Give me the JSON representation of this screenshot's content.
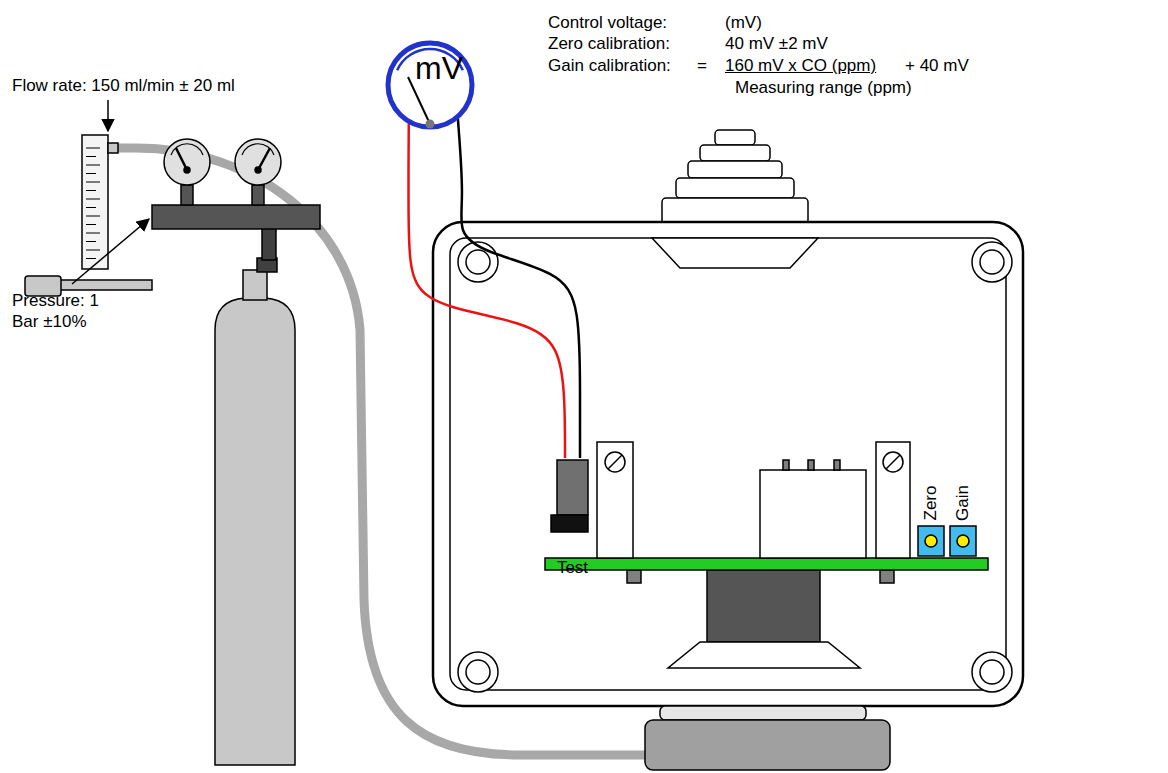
{
  "diagram": {
    "nodes": [
      {
        "text": [
          "mV"
        ]
      },
      {
        "text": [
          "Test"
        ]
      }
    ],
    "edges": [
      {
        "from": 0,
        "to": 1,
        "arrow": "none"
      },
      {
        "from": 0,
        "to": 1,
        "arrow": "none"
      }
    ],
    "labels": [
      "Control voltage:",
      "(mV)",
      "Zero calibration:",
      "40 mV ±2 mV",
      "Gain calibration:",
      "=",
      "160 mV x CO (ppm)",
      "+ 40 mV",
      "Measuring range (ppm)",
      "Flow rate: 150 ml/min ± 20 ml",
      "Pressure: 1 Bar ±10%",
      "Zero",
      "Gain"
    ]
  }
}
